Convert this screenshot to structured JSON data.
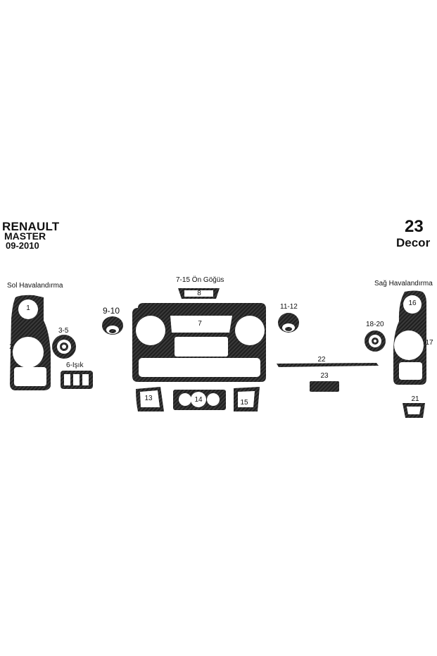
{
  "header": {
    "brand": "RENAULT",
    "model": "MASTER",
    "years": "09-2010",
    "piece_count": "23",
    "kit_type": "Decor"
  },
  "groups": {
    "left_vent": "Sol Havalandırma",
    "right_vent": "Sağ Havalandırma",
    "center_console": "7-15 Ön Göğüs",
    "parts_9_10": "9-10",
    "parts_11_12": "11-12",
    "parts_3_5": "3-5",
    "parts_6": "6-Işık",
    "parts_18_20": "18-20"
  },
  "parts": {
    "p1": "1",
    "p2": "2",
    "p7": "7",
    "p8": "8",
    "p13": "13",
    "p14": "14",
    "p15": "15",
    "p16": "16",
    "p17": "17",
    "p21": "21",
    "p22": "22",
    "p23": "23"
  },
  "colors": {
    "background": "#ffffff",
    "carbon": "#222222"
  }
}
